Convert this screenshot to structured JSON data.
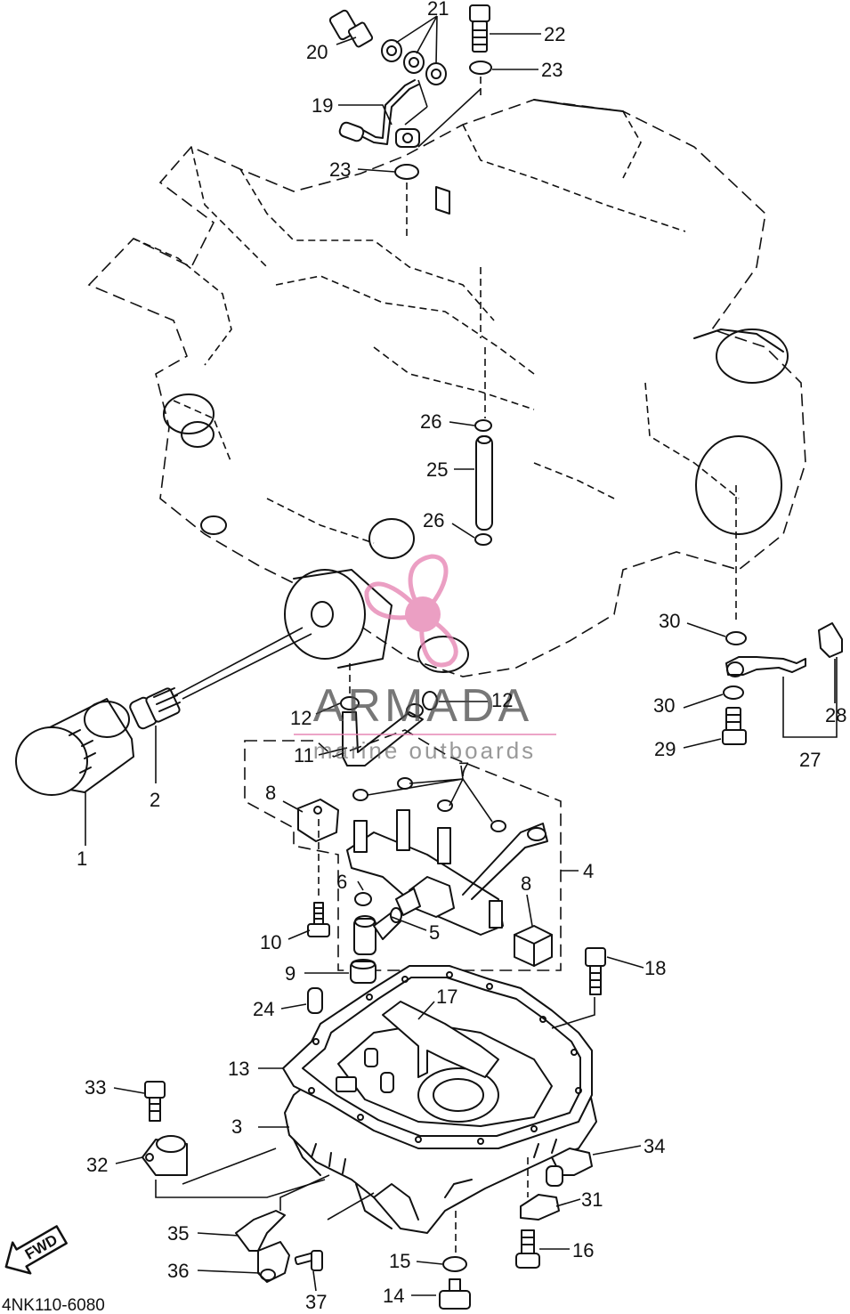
{
  "diagram_code": "4NK110-6080",
  "watermark": {
    "brand": "ARMADA",
    "tagline": "marine outboards",
    "logo_icon": "propeller-icon",
    "logo_color": "#e57fb0"
  },
  "fwd_badge": {
    "text": "FWD",
    "icon": "arrow-left-icon"
  },
  "callouts": [
    "1",
    "2",
    "3",
    "4",
    "5",
    "6",
    "7",
    "8",
    "8",
    "9",
    "10",
    "11",
    "12",
    "12",
    "13",
    "14",
    "15",
    "16",
    "17",
    "18",
    "19",
    "20",
    "21",
    "22",
    "23",
    "23",
    "24",
    "25",
    "26",
    "26",
    "27",
    "28",
    "29",
    "30",
    "30",
    "31",
    "32",
    "33",
    "34",
    "35",
    "36",
    "37"
  ]
}
